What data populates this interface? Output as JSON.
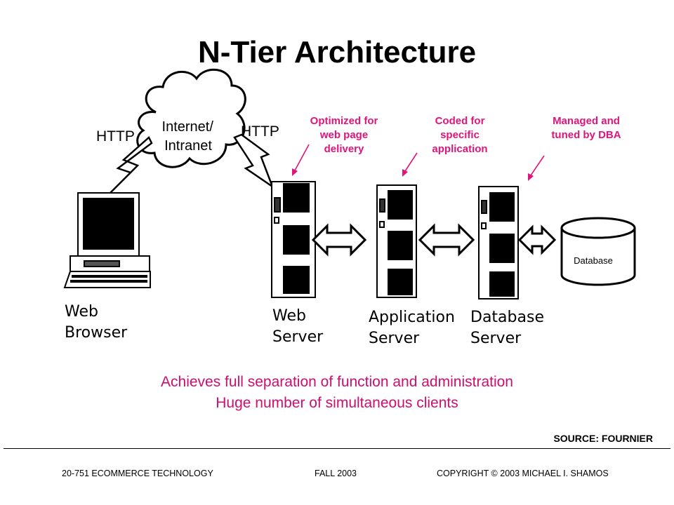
{
  "title": "N-Tier Architecture",
  "cloud_label": [
    "Internet/",
    "Intranet"
  ],
  "http_left": "HTTP",
  "http_right": "HTTP",
  "notes": {
    "web": [
      "Optimized for",
      "web page",
      "delivery"
    ],
    "app": [
      "Coded for",
      "specific",
      "application"
    ],
    "db": [
      "Managed and",
      "tuned by DBA"
    ]
  },
  "labels": {
    "browser": [
      "Web",
      "Browser"
    ],
    "web_server": [
      "Web",
      "Server"
    ],
    "app_server": [
      "Application",
      "Server"
    ],
    "db_server": [
      "Database",
      "Server"
    ],
    "database": "Database"
  },
  "summary": [
    "Achieves full separation of function and administration",
    "Huge number of simultaneous clients"
  ],
  "source": "SOURCE: FOURNIER",
  "footer": {
    "course": "20-751 ECOMMERCE TECHNOLOGY",
    "term": "FALL 2003",
    "copyright": "COPYRIGHT © 2003 MICHAEL I. SHAMOS"
  },
  "colors": {
    "accent": "#e0147a",
    "ink": "#000000"
  }
}
